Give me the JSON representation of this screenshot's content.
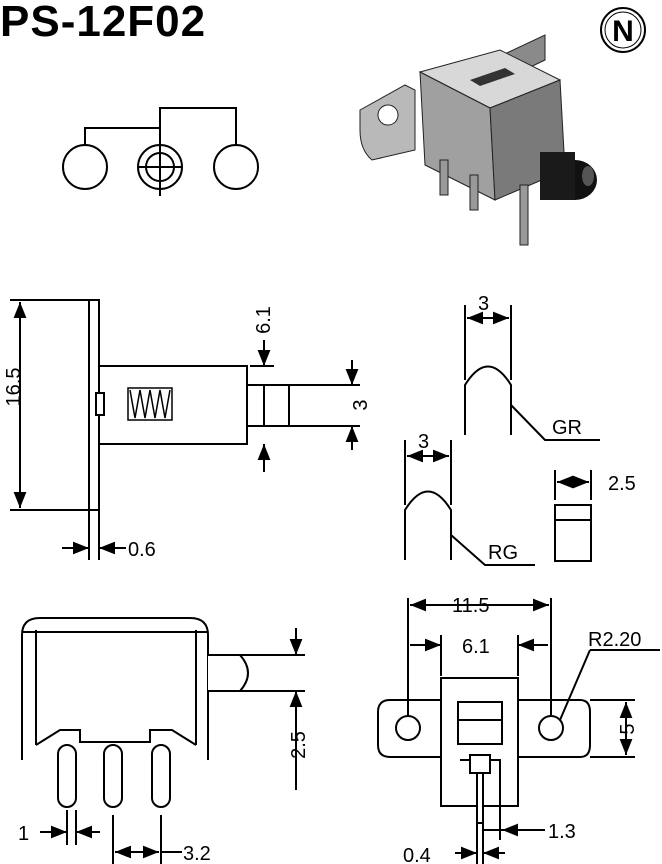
{
  "title": "PS-12F02",
  "logo_letter": "N",
  "dimensions": {
    "height_16_5": "16.5",
    "actuator_6_1": "6.1",
    "actuator_3": "3",
    "plate_0_6": "0.6",
    "gr_width": "3",
    "gr_label": "GR",
    "rg_width": "3",
    "rg_label": "RG",
    "pin_2_5": "2.5",
    "side_2_5": "2.5",
    "pin_1": "1",
    "pitch_3_2": "3.2",
    "mount_11_5": "11.5",
    "body_6_1": "6.1",
    "radius": "R2.20",
    "flange_5": "5",
    "pin_0_4": "0.4",
    "offset_1_3": "1.3"
  },
  "colors": {
    "ink": "#000000",
    "background": "#ffffff"
  }
}
